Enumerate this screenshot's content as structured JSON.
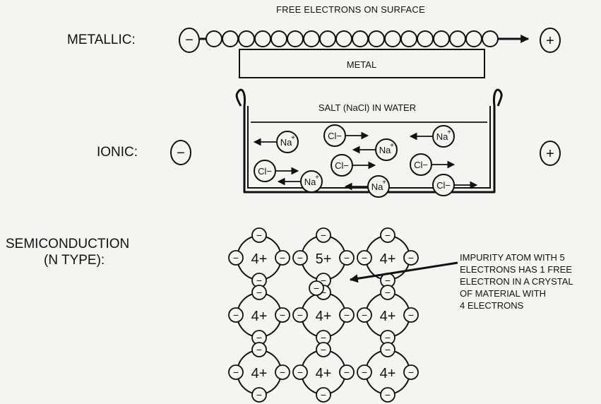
{
  "metallic": {
    "row_label": "METALLIC:",
    "top_caption": "FREE ELECTRONS ON SURFACE",
    "metal_label": "METAL",
    "negative_sign": "−",
    "positive_sign": "+"
  },
  "ionic": {
    "row_label": "IONIC:",
    "container_caption": "SALT (NaCl) IN WATER",
    "negative_sign": "−",
    "positive_sign": "+",
    "sodium_label": "Na",
    "sodium_charge": "+",
    "chloride_label": "Cl−"
  },
  "semiconduction": {
    "row_label_line1": "SEMICONDUCTION",
    "row_label_line2": "(N TYPE):",
    "impurity_charge": "5+",
    "host_charge": "4+",
    "electron_sign": "−",
    "note": "IMPURITY ATOM WITH 5\nELECTRONS HAS 1 FREE\nELECTRON IN A CRYSTAL\nOF MATERIAL WITH\n4 ELECTRONS"
  },
  "colors": {
    "ink": "#111111",
    "paper": "#f4f4f2"
  }
}
